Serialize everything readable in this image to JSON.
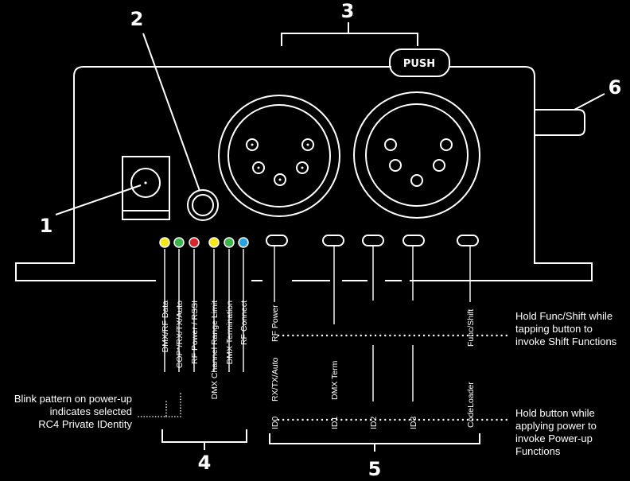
{
  "callouts": {
    "n1": "1",
    "n2": "2",
    "n3": "3",
    "n4": "4",
    "n5": "5",
    "n6": "6"
  },
  "connector_label": "PUSH",
  "led_colors": {
    "yellow": "#f5e61a",
    "green": "#3cb44b",
    "red": "#d9262c",
    "blue": "#2aa3e0"
  },
  "led_labels": [
    "DMX/RF Data",
    "COP*/RX/TX/Auto",
    "RF Power / RSSI",
    "DMX Channel Range Limit",
    "DMX Termination",
    "RF Connect"
  ],
  "button_labels": {
    "top": [
      "RF Power",
      "Func/Shift"
    ],
    "middle": [
      "RX/TX/Auto",
      "DMX Term",
      "CodeLoader"
    ],
    "bottom": [
      "ID0",
      "ID1",
      "ID2",
      "ID3"
    ]
  },
  "notes": {
    "blink": [
      "Blink pattern on power-up",
      "indicates selected",
      "RC4 Private IDentity"
    ],
    "shift": [
      "Hold Func/Shift while",
      "tapping button to",
      "invoke Shift Functions"
    ],
    "powerup": [
      "Hold button while",
      "applying power to",
      "invoke Power-up",
      "Functions"
    ]
  }
}
